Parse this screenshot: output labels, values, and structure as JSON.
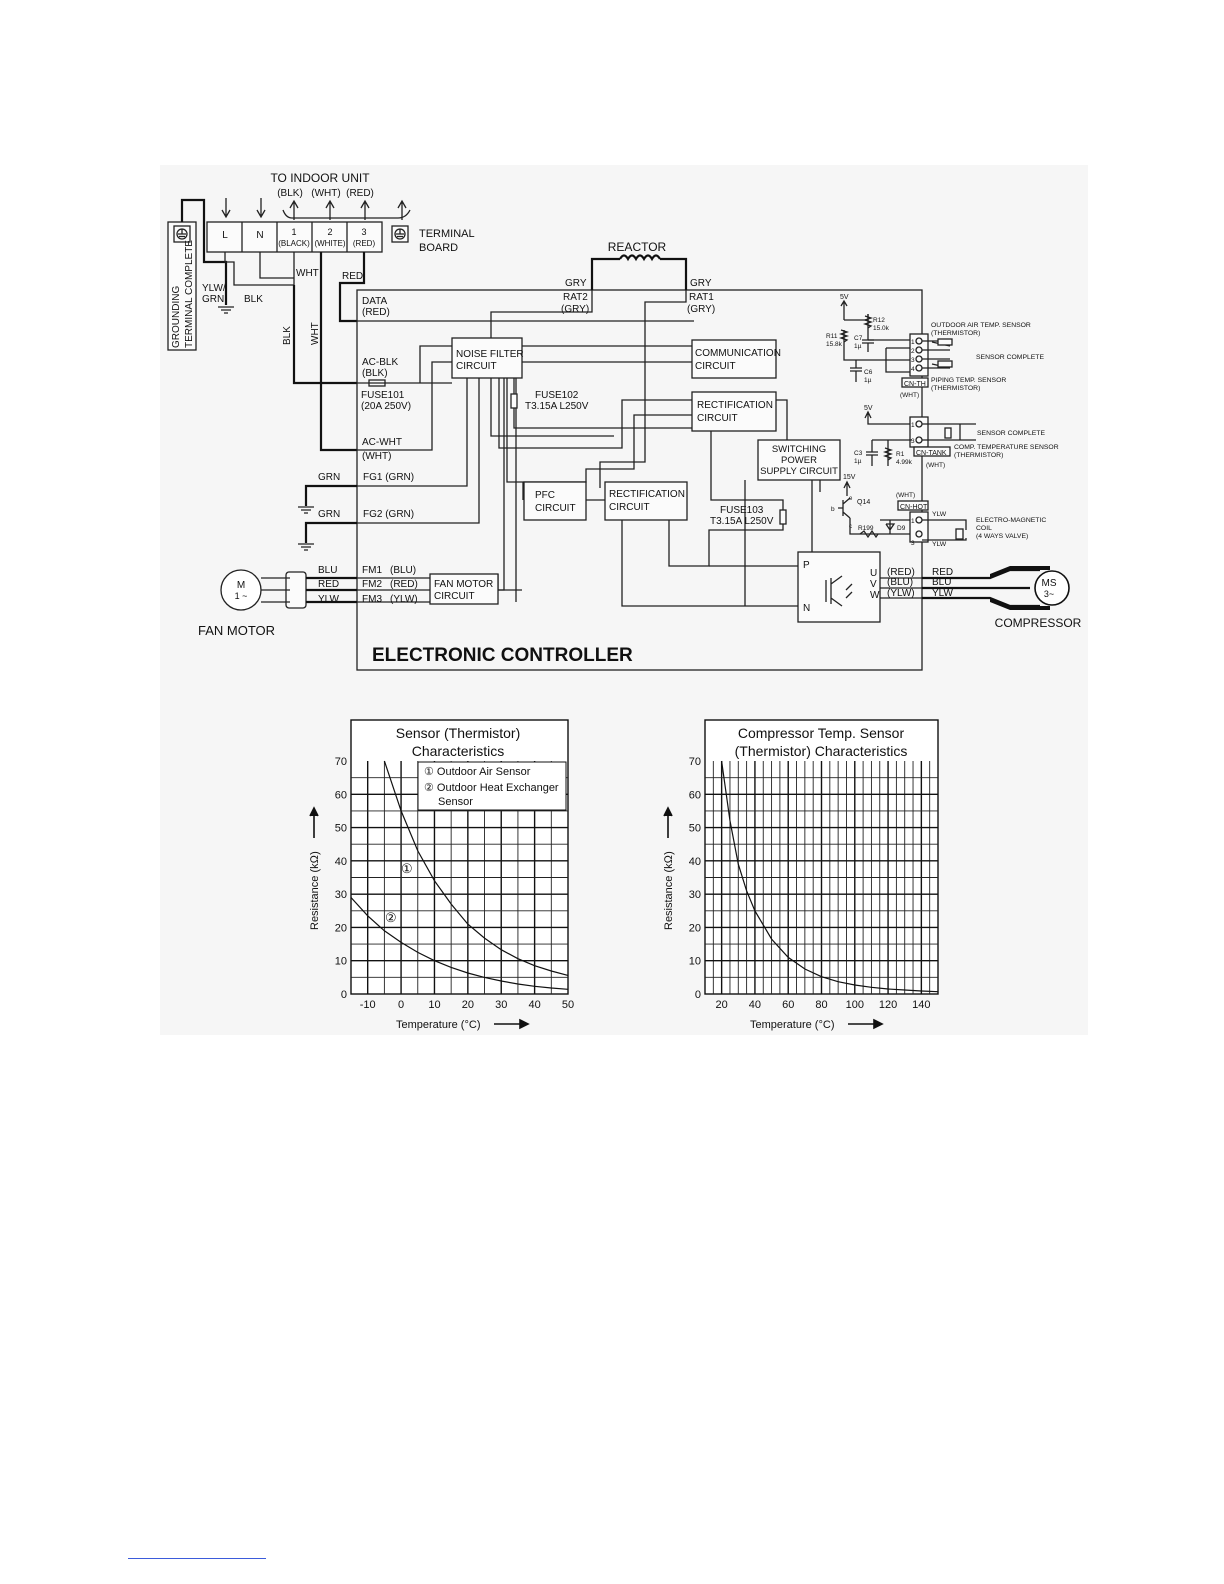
{
  "schematic": {
    "to_indoor_unit": "TO INDOOR UNIT",
    "indoor_wire_colors": [
      "(BLK)",
      "(WHT)",
      "(RED)"
    ],
    "terminals": [
      {
        "top": "L",
        "sub": ""
      },
      {
        "top": "N",
        "sub": ""
      },
      {
        "top": "1",
        "sub": "(BLACK)"
      },
      {
        "top": "2",
        "sub": "(WHITE)"
      },
      {
        "top": "3",
        "sub": "(RED)"
      }
    ],
    "terminal_board": [
      "TERMINAL",
      "BOARD"
    ],
    "grounding_terminal": [
      "GROUNDING",
      "TERMINAL COMPLETE"
    ],
    "ylw_grn": [
      "YLW/",
      "GRN"
    ],
    "wire_blk": "BLK",
    "wire_wht": "WHT",
    "wire_red": "RED",
    "wire_grn": "GRN",
    "wire_gry": "GRY",
    "reactor": "REACTOR",
    "rat2": [
      "RAT2",
      "(GRY)"
    ],
    "rat1": [
      "RAT1",
      "(GRY)"
    ],
    "data": [
      "DATA",
      "(RED)"
    ],
    "ac_blk": [
      "AC-BLK",
      "(BLK)"
    ],
    "fuse101": [
      "FUSE101",
      "(20A 250V)"
    ],
    "fuse102": [
      "FUSE102",
      "T3.15A L250V"
    ],
    "fuse103": [
      "FUSE103",
      "T3.15A L250V"
    ],
    "ac_wht": [
      "AC-WHT",
      "(WHT)"
    ],
    "fg1": "FG1 (GRN)",
    "fg2": "FG2 (GRN)",
    "noise_filter": [
      "NOISE FILTER",
      "CIRCUIT"
    ],
    "communication": [
      "COMMUNICATION",
      "CIRCUIT"
    ],
    "rectification_1": [
      "RECTIFICATION",
      "CIRCUIT"
    ],
    "switching": [
      "SWITCHING",
      "POWER",
      "SUPPLY CIRCUIT"
    ],
    "pfc": [
      "PFC",
      "CIRCUIT"
    ],
    "rectification_2": [
      "RECTIFICATION",
      "CIRCUIT"
    ],
    "fan_motor_circuit": [
      "FAN MOTOR",
      "CIRCUIT"
    ],
    "fan_motor": "FAN MOTOR",
    "motor_symbol": [
      "M",
      "1 ~"
    ],
    "fan_wires": [
      {
        "color": "BLU",
        "label": "FM1",
        "tag": "(BLU)"
      },
      {
        "color": "RED",
        "label": "FM2",
        "tag": "(RED)"
      },
      {
        "color": "YLW",
        "label": "FM3",
        "tag": "(YLW)"
      }
    ],
    "compressor": "COMPRESSOR",
    "compressor_symbol": [
      "MS",
      "3~"
    ],
    "uvw": [
      {
        "pin": "U",
        "tag": "(RED)",
        "wire": "RED"
      },
      {
        "pin": "V",
        "tag": "(BLU)",
        "wire": "BLU"
      },
      {
        "pin": "W",
        "tag": "(YLW)",
        "wire": "YLW"
      }
    ],
    "p_label": "P",
    "n_label": "N",
    "electronic_controller": "ELECTRONIC CONTROLLER",
    "five_v": "5V",
    "fifteen_v": "15V",
    "r12": [
      "R12",
      "15.0k"
    ],
    "r11": [
      "R11",
      "15.8k"
    ],
    "c7": [
      "C7",
      "1µ"
    ],
    "c6": [
      "C6",
      "1µ"
    ],
    "c3": [
      "C3",
      "1µ"
    ],
    "r1": [
      "R1",
      "4.99k"
    ],
    "q14": "Q14",
    "r199": "R199",
    "d9": "D9",
    "q_pins": [
      "b",
      "e",
      "c"
    ],
    "outdoor_air_sensor": [
      "OUTDOOR AIR TEMP. SENSOR",
      "(THERMISTOR)"
    ],
    "sensor_complete": "SENSOR COMPLETE",
    "piping_sensor": [
      "PIPING TEMP. SENSOR",
      "(THERMISTOR)"
    ],
    "cn_th": "CN-TH",
    "wht_tag": "(WHT)",
    "comp_temp_sensor": [
      "COMP. TEMPERATURE SENSOR",
      "(THERMISTOR)"
    ],
    "cn_tank": "CN-TANK",
    "cn_hot": "CN-HOT",
    "ylw": "YLW",
    "electro_magnetic": [
      "ELECTRO-MAGNETIC",
      "COIL",
      "(4 WAYS VALVE)"
    ],
    "pin_numbers": [
      "1",
      "2",
      "3",
      "4"
    ]
  },
  "charts": {
    "left_title": [
      "Sensor (Thermistor)",
      "Characteristics"
    ],
    "left_legend": [
      "① Outdoor Air Sensor",
      "② Outdoor Heat Exchanger",
      "Sensor"
    ],
    "left_marker_1": "①",
    "left_marker_2": "②",
    "right_title": [
      "Compressor Temp. Sensor",
      "(Thermistor) Characteristics"
    ],
    "ylabel": "Resistance (kΩ)",
    "xlabel": "Temperature (°C)"
  },
  "chart_data": [
    {
      "type": "line",
      "title": "Sensor (Thermistor) Characteristics",
      "xlabel": "Temperature (°C)",
      "ylabel": "Resistance (kΩ)",
      "xlim": [
        -15,
        50
      ],
      "ylim": [
        0,
        70
      ],
      "xticks": [
        -10,
        0,
        10,
        20,
        30,
        40,
        50
      ],
      "yticks": [
        0,
        10,
        20,
        30,
        40,
        50,
        60,
        70
      ],
      "grid": true,
      "legend": "top-right",
      "series": [
        {
          "name": "① Outdoor Air Sensor",
          "x": [
            -5,
            0,
            5,
            10,
            15,
            20,
            25,
            30,
            35,
            40,
            45,
            50
          ],
          "y": [
            70,
            55,
            43,
            34,
            27,
            21,
            16.8,
            13.3,
            10.6,
            8.5,
            6.9,
            5.6
          ]
        },
        {
          "name": "② Outdoor Heat Exchanger Sensor",
          "x": [
            -15,
            -10,
            -5,
            0,
            5,
            10,
            15,
            20,
            25,
            30,
            35,
            40,
            45,
            50
          ],
          "y": [
            29,
            23.5,
            19,
            15.5,
            12.5,
            10,
            8,
            6.3,
            5,
            3.9,
            3,
            2.3,
            1.8,
            1.4
          ]
        }
      ]
    },
    {
      "type": "line",
      "title": "Compressor Temp. Sensor (Thermistor) Characteristics",
      "xlabel": "Temperature (°C)",
      "ylabel": "Resistance (kΩ)",
      "xlim": [
        10,
        150
      ],
      "ylim": [
        0,
        70
      ],
      "xticks": [
        20,
        40,
        60,
        80,
        100,
        120,
        140
      ],
      "yticks": [
        0,
        10,
        20,
        30,
        40,
        50,
        60,
        70
      ],
      "grid": true,
      "series": [
        {
          "name": "",
          "x": [
            20,
            25,
            30,
            35,
            40,
            50,
            60,
            70,
            80,
            90,
            100,
            110,
            120,
            130,
            140,
            150
          ],
          "y": [
            70,
            52,
            39,
            31,
            25,
            16.5,
            11,
            7.5,
            5.2,
            3.7,
            2.7,
            2.0,
            1.5,
            1.2,
            0.9,
            0.7
          ]
        }
      ]
    }
  ]
}
